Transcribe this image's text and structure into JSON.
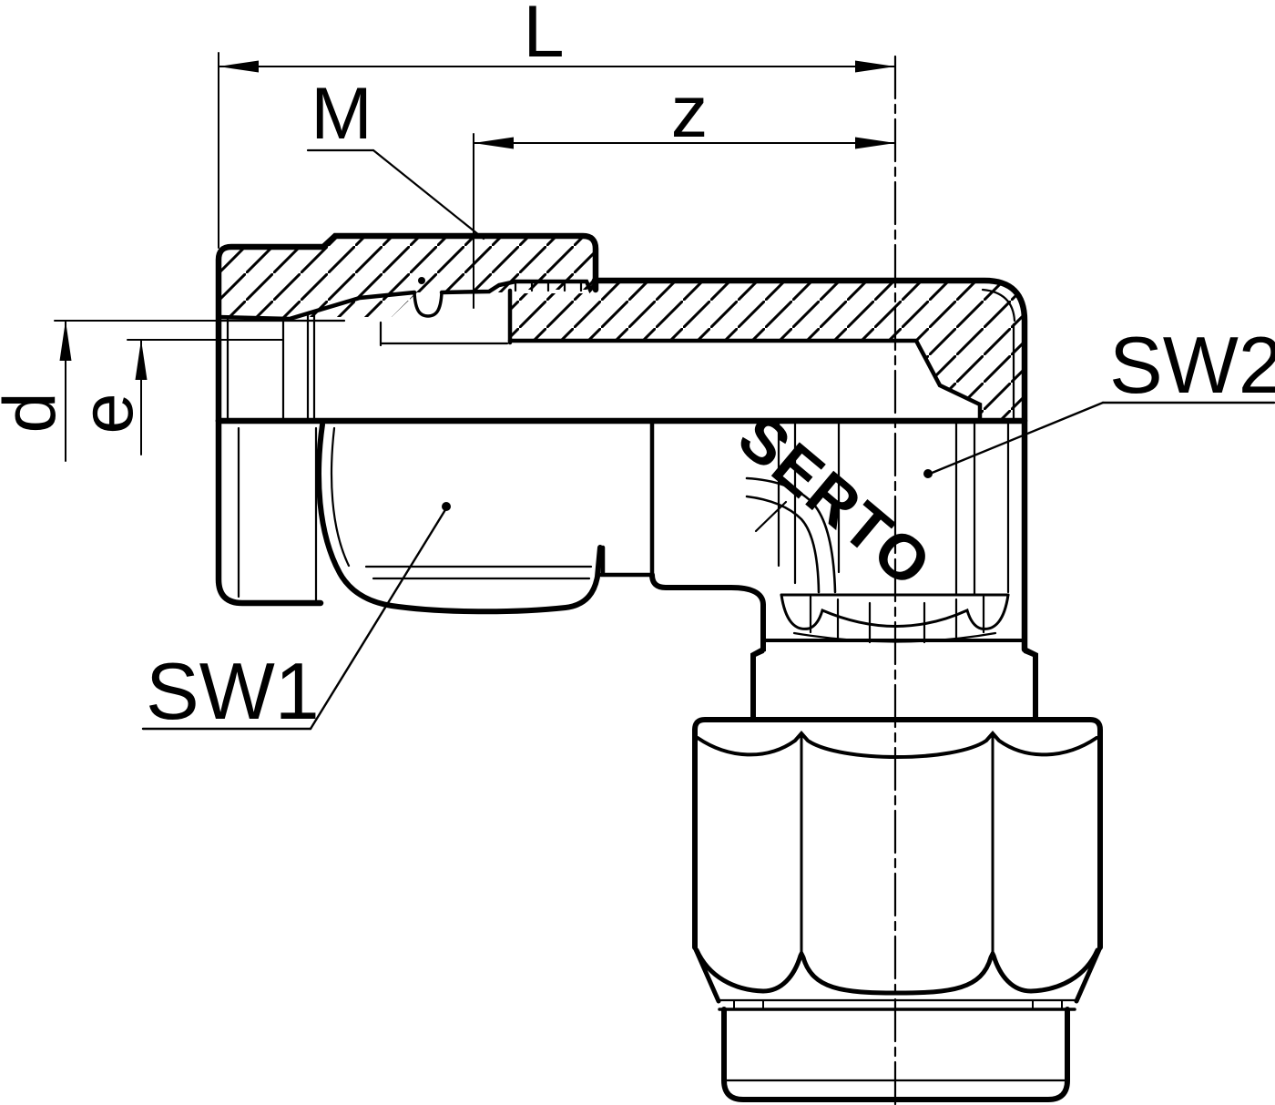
{
  "drawing": {
    "brand_marking": "SERTO",
    "labels": {
      "overall_length": "L",
      "thread": "M",
      "partial_length": "z",
      "tube_outer_diameter": "d",
      "inner_diameter": "e",
      "wrench_size_1": "SW1",
      "wrench_size_2": "SW2"
    },
    "colors": {
      "ink": "#000000",
      "paper": "#ffffff"
    }
  }
}
